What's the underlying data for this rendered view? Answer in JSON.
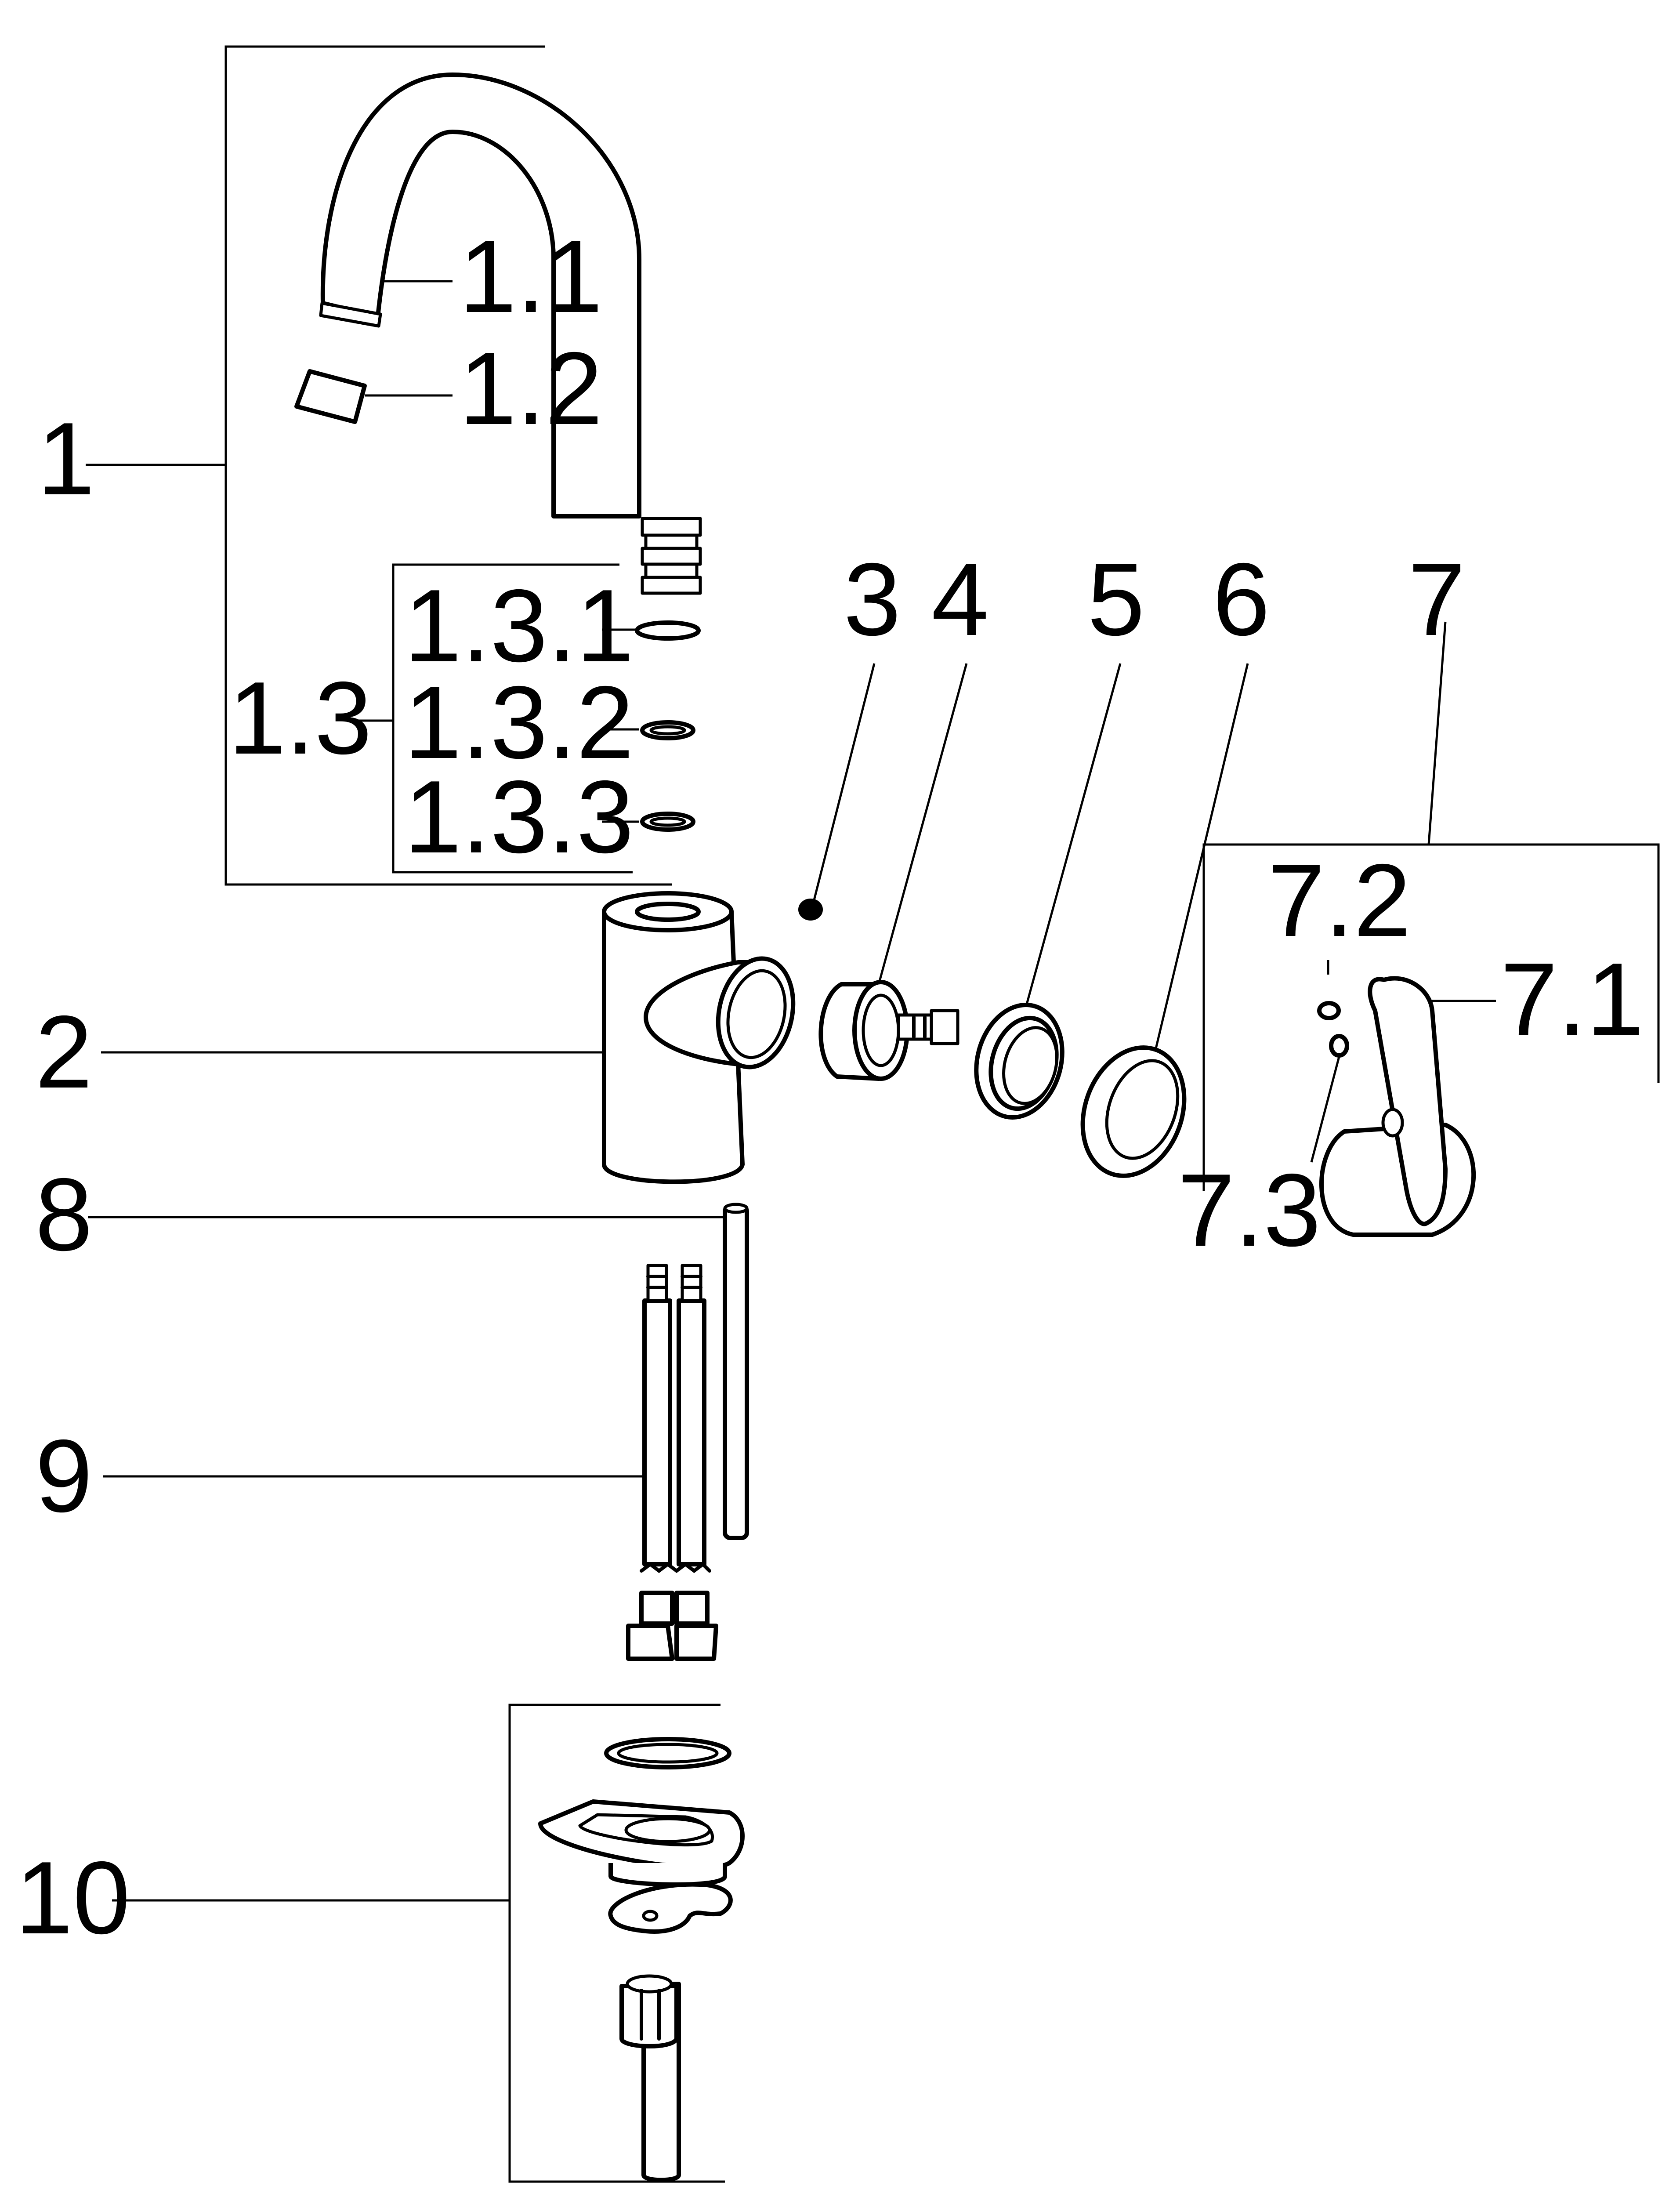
{
  "diagram": {
    "labels": {
      "p1": "1",
      "p1_1": "1.1",
      "p1_2": "1.2",
      "p1_3": "1.3",
      "p1_3_1": "1.3.1",
      "p1_3_2": "1.3.2",
      "p1_3_3": "1.3.3",
      "p2": "2",
      "p3": "3",
      "p4": "4",
      "p5": "5",
      "p6": "6",
      "p7": "7",
      "p7_1": "7.1",
      "p7_2": "7.2",
      "p7_3": "7.3",
      "p8": "8",
      "p9": "9",
      "p10": "10"
    },
    "colors": {
      "line": "#000000",
      "background": "#ffffff"
    }
  }
}
